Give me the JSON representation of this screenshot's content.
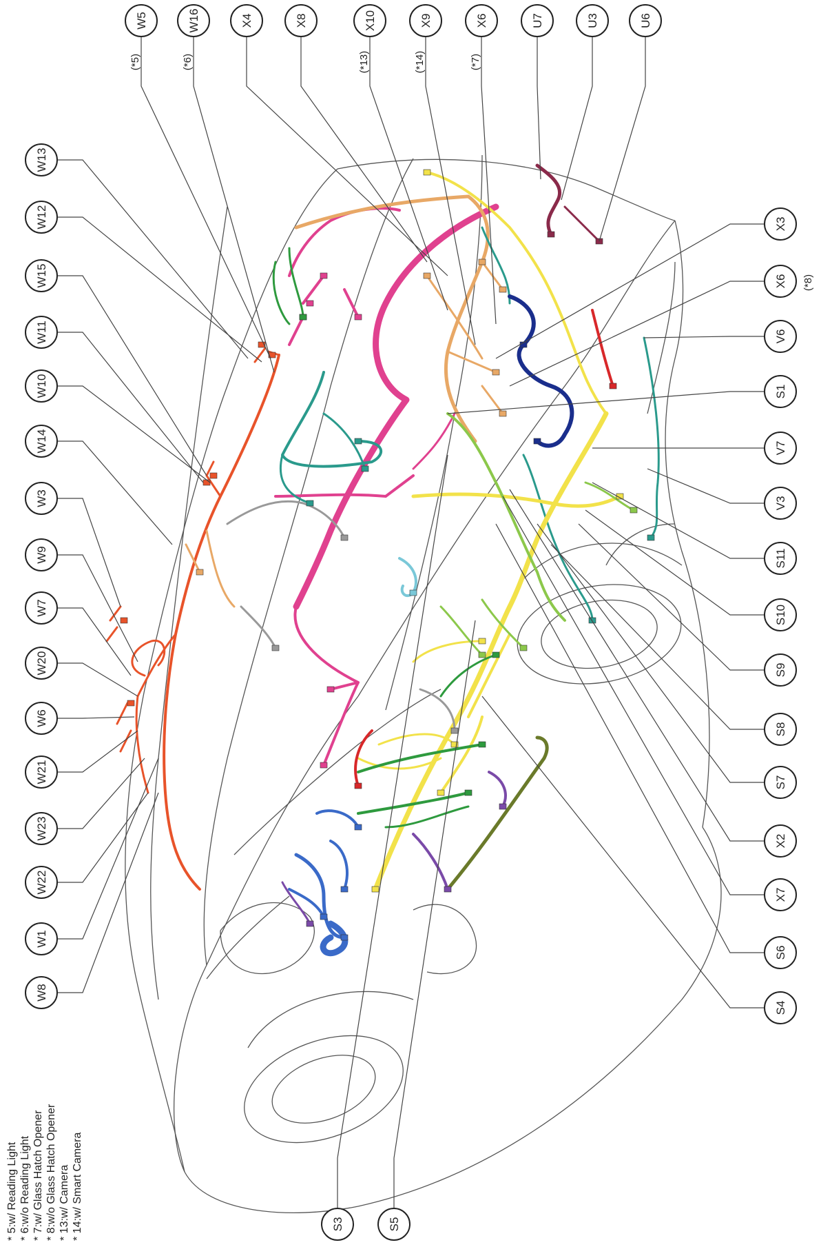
{
  "colors": {
    "orange_red": "#e8532a",
    "pink": "#e0418f",
    "tan": "#e8a866",
    "teal": "#2a9a8c",
    "yellow": "#f2e24a",
    "green": "#2e9a3e",
    "light_green": "#8cc84b",
    "navy": "#1a2e8c",
    "blue": "#3a6ac8",
    "purple": "#7a4aa8",
    "red": "#d8282a",
    "maroon": "#8a2a4a",
    "gray": "#999999",
    "olive": "#6a7a2a",
    "cyan_light": "#7ac8d8"
  },
  "callouts": {
    "top": [
      {
        "label": "W5",
        "note": "(*5)"
      },
      {
        "label": "W16",
        "note": "(*6)"
      },
      {
        "label": "X4",
        "note": ""
      },
      {
        "label": "X8",
        "note": ""
      },
      {
        "label": "X10",
        "note": "(*13)"
      },
      {
        "label": "X9",
        "note": "(*14)"
      },
      {
        "label": "X6",
        "note": "(*7)"
      },
      {
        "label": "U7",
        "note": ""
      },
      {
        "label": "U3",
        "note": ""
      },
      {
        "label": "U6",
        "note": ""
      }
    ],
    "left": [
      "W13",
      "W12",
      "W15",
      "W11",
      "W10",
      "W14",
      "W3",
      "W9",
      "W7",
      "W20",
      "W6",
      "W21",
      "W23",
      "W22",
      "W1",
      "W8"
    ],
    "right": [
      {
        "label": "X3",
        "note": ""
      },
      {
        "label": "X6",
        "note": "(*8)"
      },
      {
        "label": "V6",
        "note": ""
      },
      {
        "label": "S1",
        "note": ""
      },
      {
        "label": "V7",
        "note": ""
      },
      {
        "label": "V3",
        "note": ""
      },
      {
        "label": "S11",
        "note": ""
      },
      {
        "label": "S10",
        "note": ""
      },
      {
        "label": "S9",
        "note": ""
      },
      {
        "label": "S8",
        "note": ""
      },
      {
        "label": "S7",
        "note": ""
      },
      {
        "label": "X2",
        "note": ""
      },
      {
        "label": "X7",
        "note": ""
      },
      {
        "label": "S6",
        "note": ""
      },
      {
        "label": "S4",
        "note": ""
      }
    ],
    "bottom": [
      "S3",
      "S5"
    ]
  },
  "legend": [
    "* 5:w/ Reading Light",
    "* 6:w/o Reading Light",
    "* 7:w/ Glass Hatch Opener",
    "* 8:w/o Glass Hatch Opener",
    "* 13:w/ Camera",
    "* 14:w/ Smart Camera"
  ]
}
